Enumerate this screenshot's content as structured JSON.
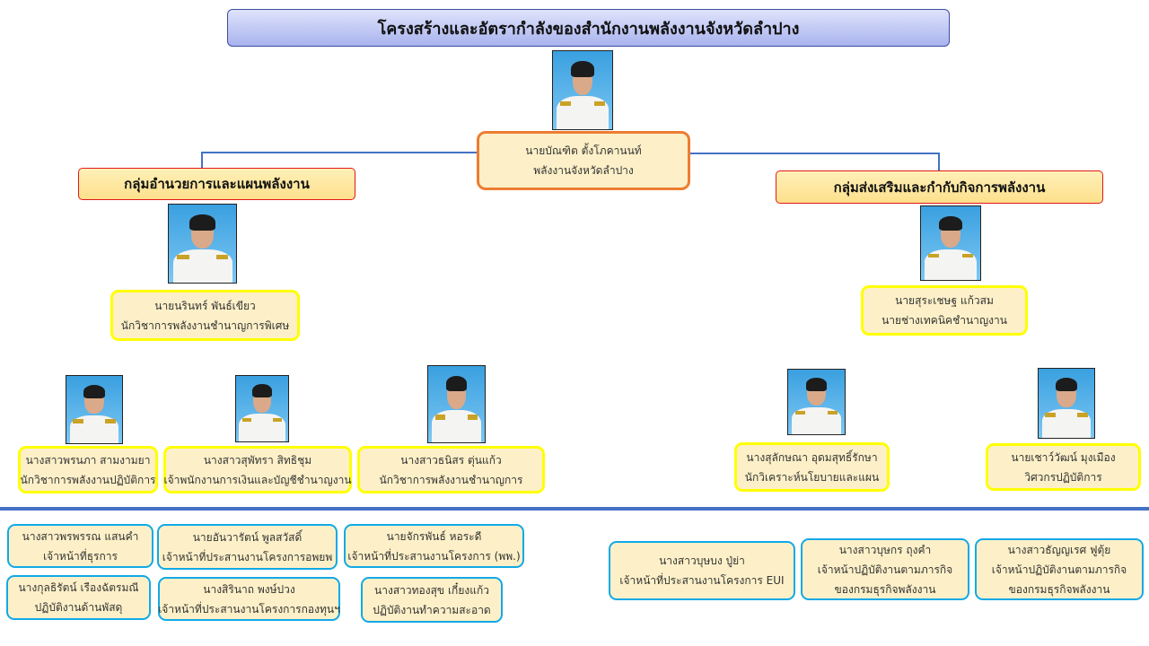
{
  "title": "โครงสร้างและอัตรากำลังของสำนักงานพลังงานจังหวัดลำปาง",
  "director": {
    "name": "นายบัณฑิต  ตั้งโภคานนท์",
    "position": "พลังงานจังหวัดลำปาง",
    "photo_icon": "person-photo"
  },
  "groups": {
    "left": {
      "title": "กลุ่มอำนวยการและแผนพลังงาน",
      "head": {
        "name": "นายนรินทร์ พันธ์เขียว",
        "position": "นักวิชาการพลังงานชำนาญการพิเศษ"
      },
      "staff": [
        {
          "name": "นางสาวพรนภา  สามงามยา",
          "position": "นักวิชาการพลังงานปฏิบัติการ"
        },
        {
          "name": "นางสาวสุพัทรา  สิทธิชุม",
          "position": "เจ้าพนักงานการเงินและบัญชีชำนาญงาน"
        },
        {
          "name": "นางสาวธนิสร  ตุ่นแก้ว",
          "position": "นักวิชาการพลังงานชำนาญการ"
        }
      ]
    },
    "right": {
      "title": "กลุ่มส่งเสริมและกำกับกิจการพลังงาน",
      "head": {
        "name": "นายสุระเชษฐ  แก้วสม",
        "position": "นายช่างเทคนิคชำนาญงาน"
      },
      "staff": [
        {
          "name": "นางสุลักษณา  อุดมสุทธิ์รักษา",
          "position": "นักวิเคราะห์นโยบายและแผน"
        },
        {
          "name": "นายเชาว์วัฒน์  มุงเมือง",
          "position": "วิศวกรปฏิบัติการ"
        }
      ]
    }
  },
  "support_staff": [
    {
      "name": "นางสาวพรพรรณ แสนคำ",
      "position": "เจ้าหน้าที่ธุรการ"
    },
    {
      "name": "นายอันวารัตน์  พูลสวัสดิ์",
      "position": "เจ้าหน้าที่ประสานงานโครงการอพยพ"
    },
    {
      "name": "นายจักรพันธ์ หอระดี",
      "position": "เจ้าหน้าที่ประสานงานโครงการ (พพ.)"
    },
    {
      "name": "นางกุลธิรัตน์  เรืองฉัตรมณี",
      "position": "ปฏิบัติงานด้านพัสดุ"
    },
    {
      "name": "นางสิรินาถ  พงษ์ปวง",
      "position": "เจ้าหน้าที่ประสานงานโครงการกองทุนฯ"
    },
    {
      "name": "นางสาวทองสุข  เกี๋ยงแก้ว",
      "position": "ปฏิบัติงานทำความสะอาด"
    },
    {
      "name": "นางสาวบุษบง  ปู่ย่า",
      "position": "เจ้าหน้าที่ประสานงานโครงการ EUI"
    },
    {
      "name": "นางสาวบุษกร  ถุงคำ",
      "position": "เจ้าหน้าปฏิบัติงานตามภารกิจ",
      "position2": "ของกรมธุรกิจพลังงาน"
    },
    {
      "name": "นางสาวธัญญเรศ ฟูตุ้ย",
      "position": "เจ้าหน้าปฏิบัติงานตามภารกิจ",
      "position2": "ของกรมธุรกิจพลังงาน"
    }
  ],
  "colors": {
    "director_border": "#ed7d31",
    "staff_border": "#ffff00",
    "support_border": "#12a9e6",
    "group_border": "#e01818",
    "line": "#4472c4"
  }
}
